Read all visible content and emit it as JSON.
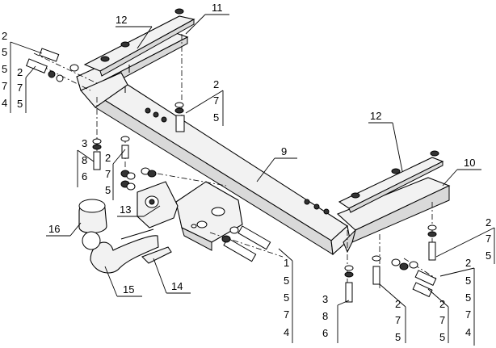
{
  "callouts": {
    "c1": "1",
    "c2": "2",
    "c3": "3",
    "c4": "4",
    "c5": "5",
    "c6": "6",
    "c7": "7",
    "c8": "8",
    "c9": "9",
    "c10": "10",
    "c11": "11",
    "c12": "12",
    "c13": "13",
    "c14": "14",
    "c15": "15",
    "c16": "16"
  },
  "stacks": {
    "top_left_1": [
      "2",
      "5",
      "5",
      "7",
      "4"
    ],
    "top_left_2": [
      "2",
      "7",
      "5"
    ],
    "upper_mid": [
      "2",
      "7",
      "5"
    ],
    "left_mid": [
      "3",
      "8",
      "6"
    ],
    "left_mid_2": [
      "2",
      "7",
      "5"
    ],
    "lower_center": [
      "1",
      "5",
      "5",
      "7",
      "4"
    ],
    "lower_center_2": [
      "3",
      "8",
      "6"
    ],
    "lower_center_3": [
      "2",
      "7",
      "5"
    ],
    "lower_right_1": [
      "2",
      "7",
      "5"
    ],
    "right_1": [
      "2",
      "7",
      "5"
    ],
    "right_2": [
      "2",
      "5",
      "5",
      "7",
      "4"
    ]
  }
}
